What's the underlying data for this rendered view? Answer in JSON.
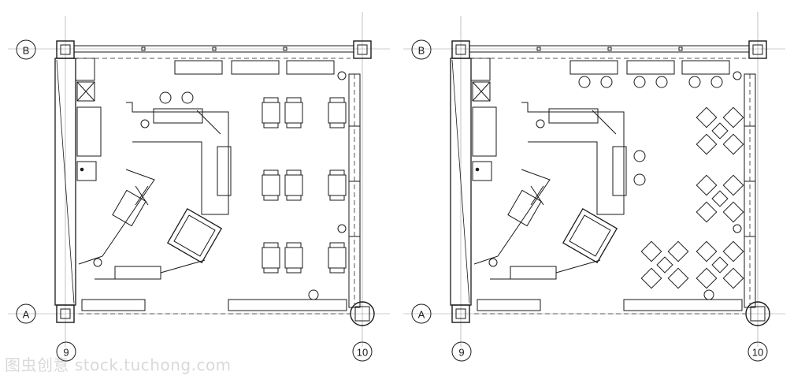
{
  "plans": [
    {
      "id": "left",
      "variant": "rect-tables",
      "grid_row_labels": [
        "B",
        "A"
      ],
      "grid_col_labels": [
        "9",
        "10"
      ]
    },
    {
      "id": "right",
      "variant": "round-tables",
      "grid_row_labels": [
        "B",
        "A"
      ],
      "grid_col_labels": [
        "9",
        "10"
      ]
    }
  ],
  "watermark": "图虫创意 stock.tuchong.com",
  "colors": {
    "line": "#1a1a1a",
    "thin": "#444444",
    "dash": "#555555",
    "watermark": "#9a9a9a"
  }
}
